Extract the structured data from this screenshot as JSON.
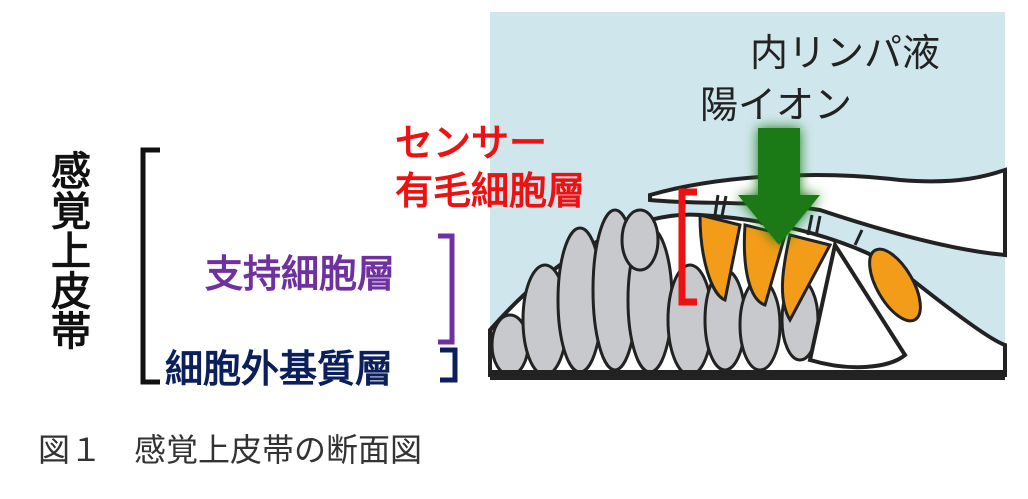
{
  "left_label": "感覚上皮帯",
  "labels": {
    "sensor": "センサー",
    "hair_cell_layer": "有毛細胞層",
    "supporting_cell_layer": "支持細胞層",
    "extracellular_matrix_layer": "細胞外基質層"
  },
  "diagram": {
    "endolymph": "内リンパ液",
    "cations": "陽イオン"
  },
  "caption": "図１　感覚上皮帯の断面図",
  "colors": {
    "sensor": "#ee1111",
    "supporting": "#7030a0",
    "matrix": "#0a1f5c",
    "fluid": "#cfe6ec",
    "hair_cell": "#f39c1a",
    "arrow": "#1a7a12",
    "support_cell": "#c8c9cc"
  }
}
